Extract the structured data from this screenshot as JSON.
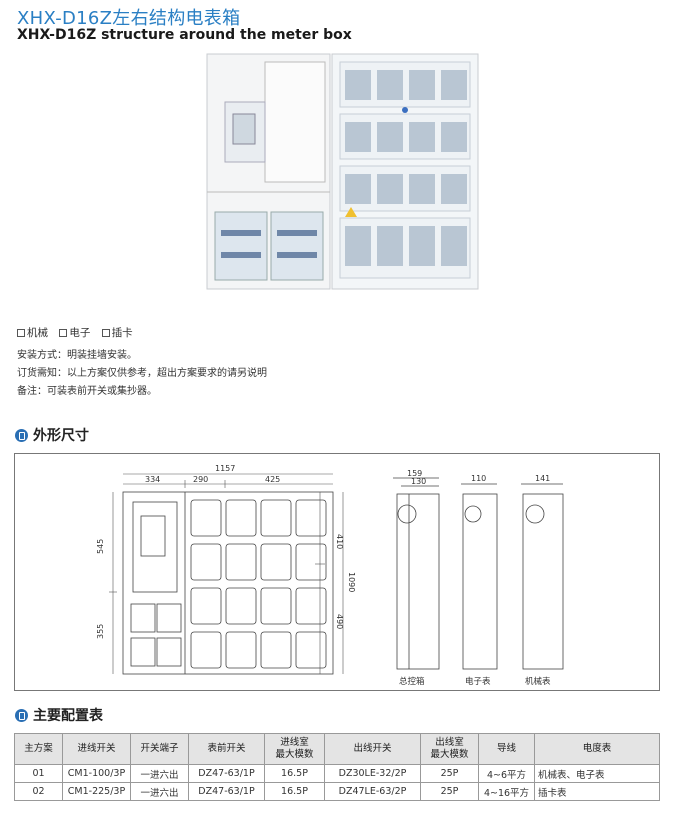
{
  "header": {
    "title_cn": "XHX-D16Z左右结构电表箱",
    "title_en": "XHX-D16Z structure around the meter box"
  },
  "options": [
    "机械",
    "电子",
    "插卡"
  ],
  "info": {
    "install": "安装方式：明装挂墙安装。",
    "order": "订货需知：以上方案仅供参考，超出方案要求的请另说明",
    "note": "备注：可装表前开关或集抄器。"
  },
  "dimensions": {
    "heading": "外形尺寸",
    "front": {
      "total_width": "1157",
      "w_left": "334",
      "w_mid": "290",
      "w_right": "425",
      "h_top": "545",
      "h_bottom": "355",
      "h_total": "1090",
      "h_r_top": "410",
      "h_r_bottom": "490"
    },
    "side_views": [
      {
        "w1": "159",
        "w2": "130",
        "caption": "总控箱"
      },
      {
        "w1": "110",
        "w2": "",
        "caption": "电子表"
      },
      {
        "w1": "141",
        "w2": "",
        "caption": "机械表"
      }
    ]
  },
  "config": {
    "heading": "主要配置表",
    "columns": [
      "主方案",
      "进线开关",
      "开关端子",
      "表前开关",
      "进线室\n最大模数",
      "出线开关",
      "出线室\n最大模数",
      "导线",
      "电度表"
    ],
    "rows": [
      [
        "01",
        "CM1-100/3P",
        "一进六出",
        "DZ47-63/1P",
        "16.5P",
        "DZ30LE-32/2P",
        "25P",
        "4~6平方",
        "机械表、电子表"
      ],
      [
        "02",
        "CM1-225/3P",
        "一进六出",
        "DZ47-63/1P",
        "16.5P",
        "DZ47LE-63/2P",
        "25P",
        "4~16平方",
        "插卡表"
      ]
    ]
  },
  "colors": {
    "title": "#2a7fc4",
    "bullet": "#2a6fb4",
    "table_header": "#e4e4e4"
  }
}
